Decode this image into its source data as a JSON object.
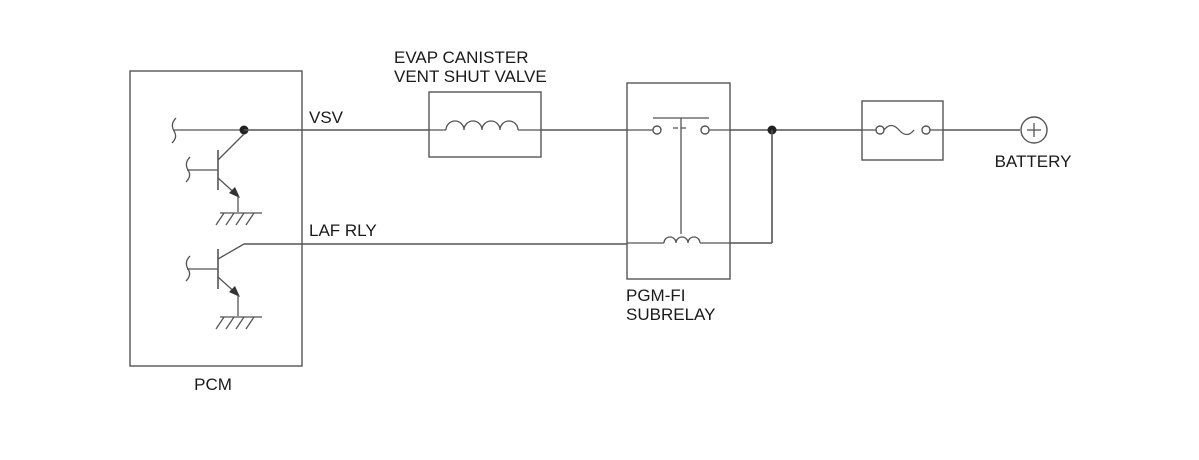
{
  "components": {
    "pcm": {
      "label": "PCM"
    },
    "vent_valve": {
      "label_line1": "EVAP CANISTER",
      "label_line2": "VENT SHUT VALVE"
    },
    "subrelay": {
      "label_line1": "PGM-FI",
      "label_line2": "SUBRELAY"
    },
    "battery": {
      "label": "BATTERY"
    }
  },
  "wires": {
    "vsv": {
      "label": "VSV"
    },
    "laf_rly": {
      "label": "LAF RLY"
    }
  }
}
